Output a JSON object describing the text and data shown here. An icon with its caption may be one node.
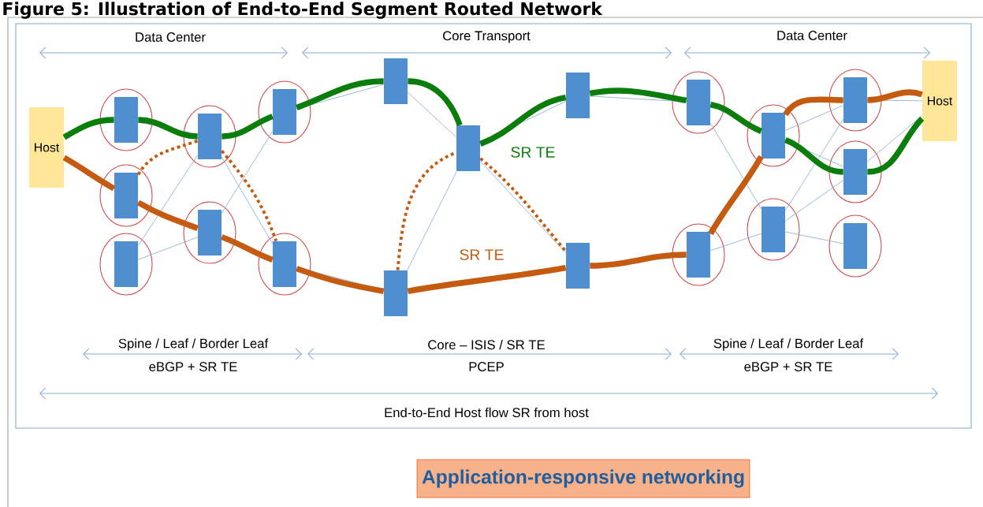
{
  "diagram": {
    "title": "Figure 5: Illustration of End-to-End Segment Routed Network",
    "nodes": [
      {
        "text": [
          "Host"
        ]
      },
      {
        "text": [],
        "shape": "circle"
      },
      {
        "text": [],
        "shape": "box",
        "in": 1
      },
      {
        "text": [],
        "shape": "circle"
      },
      {
        "text": [],
        "shape": "box",
        "in": 3
      },
      {
        "text": [],
        "shape": "circle"
      },
      {
        "text": [],
        "shape": "box",
        "in": 5
      },
      {
        "text": [],
        "shape": "circle"
      },
      {
        "text": [],
        "shape": "box",
        "in": 7
      },
      {
        "text": [],
        "shape": "circle"
      },
      {
        "text": [],
        "shape": "box",
        "in": 9
      },
      {
        "text": [],
        "shape": "circle"
      },
      {
        "text": [],
        "shape": "box",
        "in": 11
      },
      {
        "text": [],
        "shape": "circle"
      },
      {
        "text": [],
        "shape": "box",
        "in": 13
      },
      {
        "text": [],
        "shape": "box"
      },
      {
        "text": [],
        "shape": "box"
      },
      {
        "text": [],
        "shape": "box"
      },
      {
        "text": [],
        "shape": "box"
      },
      {
        "text": [],
        "shape": "box"
      },
      {
        "text": [],
        "shape": "circle"
      },
      {
        "text": [],
        "shape": "box",
        "in": 20
      },
      {
        "text": [],
        "shape": "circle"
      },
      {
        "text": [],
        "shape": "box",
        "in": 22
      },
      {
        "text": [],
        "shape": "circle"
      },
      {
        "text": [],
        "shape": "box",
        "in": 24
      },
      {
        "text": [],
        "shape": "circle"
      },
      {
        "text": [],
        "shape": "box",
        "in": 26
      },
      {
        "text": [],
        "shape": "circle"
      },
      {
        "text": [],
        "shape": "box",
        "in": 28
      },
      {
        "text": [],
        "shape": "circle"
      },
      {
        "text": [],
        "shape": "box",
        "in": 30
      },
      {
        "text": [],
        "shape": "circle"
      },
      {
        "text": [],
        "shape": "box",
        "in": 32
      },
      {
        "text": [
          "Host"
        ]
      },
      {
        "text": [
          "Application-responsive networking"
        ]
      }
    ],
    "edges": [
      {
        "from": 2,
        "to": 8,
        "arrow": "none"
      },
      {
        "from": 6,
        "to": 8,
        "arrow": "none"
      },
      {
        "from": 6,
        "to": 10,
        "arrow": "none"
      },
      {
        "from": 8,
        "to": 14,
        "arrow": "none"
      },
      {
        "from": 10,
        "to": 12,
        "arrow": "none"
      },
      {
        "from": 14,
        "to": 18,
        "arrow": "none"
      },
      {
        "from": 12,
        "to": 15,
        "arrow": "none"
      },
      {
        "from": 15,
        "to": 16,
        "arrow": "none"
      },
      {
        "from": 16,
        "to": 17,
        "arrow": "none"
      },
      {
        "from": 16,
        "to": 18,
        "arrow": "none"
      },
      {
        "from": 16,
        "to": 19,
        "arrow": "none"
      },
      {
        "from": 19,
        "to": 23,
        "arrow": "none"
      },
      {
        "from": 17,
        "to": 21,
        "arrow": "none"
      },
      {
        "from": 21,
        "to": 27,
        "arrow": "none"
      },
      {
        "from": 23,
        "to": 27,
        "arrow": "none"
      },
      {
        "from": 25,
        "to": 29,
        "arrow": "none"
      },
      {
        "from": 25,
        "to": 31,
        "arrow": "none"
      },
      {
        "from": 27,
        "to": 29,
        "arrow": "none"
      },
      {
        "from": 27,
        "to": 31,
        "arrow": "none"
      },
      {
        "from": 27,
        "to": 33,
        "arrow": "none"
      },
      {
        "from": 29,
        "to": 34,
        "arrow": "none"
      },
      {
        "from": 31,
        "to": 34,
        "arrow": "none"
      },
      {
        "from": 0,
        "to": 2,
        "arrow": "none",
        "style": "thick",
        "color": "#0a7d0a"
      },
      {
        "from": 2,
        "to": 8,
        "arrow": "none",
        "style": "thick",
        "color": "#0a7d0a"
      },
      {
        "from": 8,
        "to": 12,
        "arrow": "none",
        "style": "thick",
        "color": "#0a7d0a"
      },
      {
        "from": 12,
        "to": 15,
        "arrow": "none",
        "style": "thick",
        "color": "#0a7d0a"
      },
      {
        "from": 15,
        "to": 16,
        "arrow": "none",
        "style": "thick",
        "color": "#0a7d0a"
      },
      {
        "from": 16,
        "to": 17,
        "arrow": "none",
        "style": "thick",
        "color": "#0a7d0a",
        "label": "SR TE"
      },
      {
        "from": 17,
        "to": 21,
        "arrow": "none",
        "style": "thick",
        "color": "#0a7d0a"
      },
      {
        "from": 21,
        "to": 25,
        "arrow": "none",
        "style": "thick",
        "color": "#0a7d0a"
      },
      {
        "from": 25,
        "to": 31,
        "arrow": "none",
        "style": "thick",
        "color": "#0a7d0a"
      },
      {
        "from": 31,
        "to": 34,
        "arrow": "none",
        "style": "thick",
        "color": "#0a7d0a"
      },
      {
        "from": 0,
        "to": 4,
        "arrow": "none",
        "style": "thick",
        "color": "#c55a11"
      },
      {
        "from": 4,
        "to": 10,
        "arrow": "none",
        "style": "thick",
        "color": "#c55a11"
      },
      {
        "from": 10,
        "to": 14,
        "arrow": "none",
        "style": "thick",
        "color": "#c55a11"
      },
      {
        "from": 14,
        "to": 18,
        "arrow": "none",
        "style": "thick",
        "color": "#c55a11"
      },
      {
        "from": 18,
        "to": 19,
        "arrow": "none",
        "style": "thick",
        "color": "#c55a11",
        "label": "SR TE"
      },
      {
        "from": 19,
        "to": 23,
        "arrow": "none",
        "style": "thick",
        "color": "#c55a11"
      },
      {
        "from": 23,
        "to": 25,
        "arrow": "none",
        "style": "thick",
        "color": "#c55a11"
      },
      {
        "from": 25,
        "to": 29,
        "arrow": "none",
        "style": "thick",
        "color": "#c55a11"
      },
      {
        "from": 29,
        "to": 34,
        "arrow": "none",
        "style": "thick",
        "color": "#c55a11"
      },
      {
        "from": 4,
        "to": 8,
        "arrow": "none",
        "style": "dashed",
        "color": "#c55a11"
      },
      {
        "from": 8,
        "to": 14,
        "arrow": "none",
        "style": "dashed",
        "color": "#c55a11"
      },
      {
        "from": 18,
        "to": 16,
        "arrow": "none",
        "style": "dashed",
        "color": "#c55a11"
      },
      {
        "from": 16,
        "to": 19,
        "arrow": "none",
        "style": "dashed",
        "color": "#c55a11"
      }
    ],
    "labels": [
      "Data Center",
      "Core Transport",
      "Data Center",
      "Spine / Leaf / Border Leaf",
      "eBGP + SR TE",
      "Core – ISIS / SR TE",
      "PCEP",
      "Spine / Leaf / Border Leaf",
      "eBGP + SR TE",
      "End-to-End  Host flow SR from host"
    ]
  }
}
